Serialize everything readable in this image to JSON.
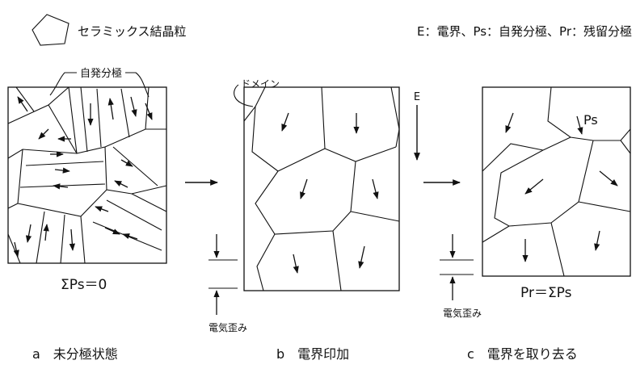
{
  "legend": {
    "grain_label": "セラミックス結晶粒",
    "definitions": "E：電界、Ps：自発分極、Pr：残留分極"
  },
  "labels": {
    "spontaneous_polarization": "自発分極",
    "domain": "ドメイン",
    "field": "E",
    "ps": "Ps",
    "strain": "電気歪み",
    "sum_zero": "ΣPs＝0",
    "pr_sum": "Pr＝ΣPs"
  },
  "captions": {
    "a": "a　未分極状態",
    "b": "b　電界印加",
    "c": "c　電界を取り去る"
  }
}
